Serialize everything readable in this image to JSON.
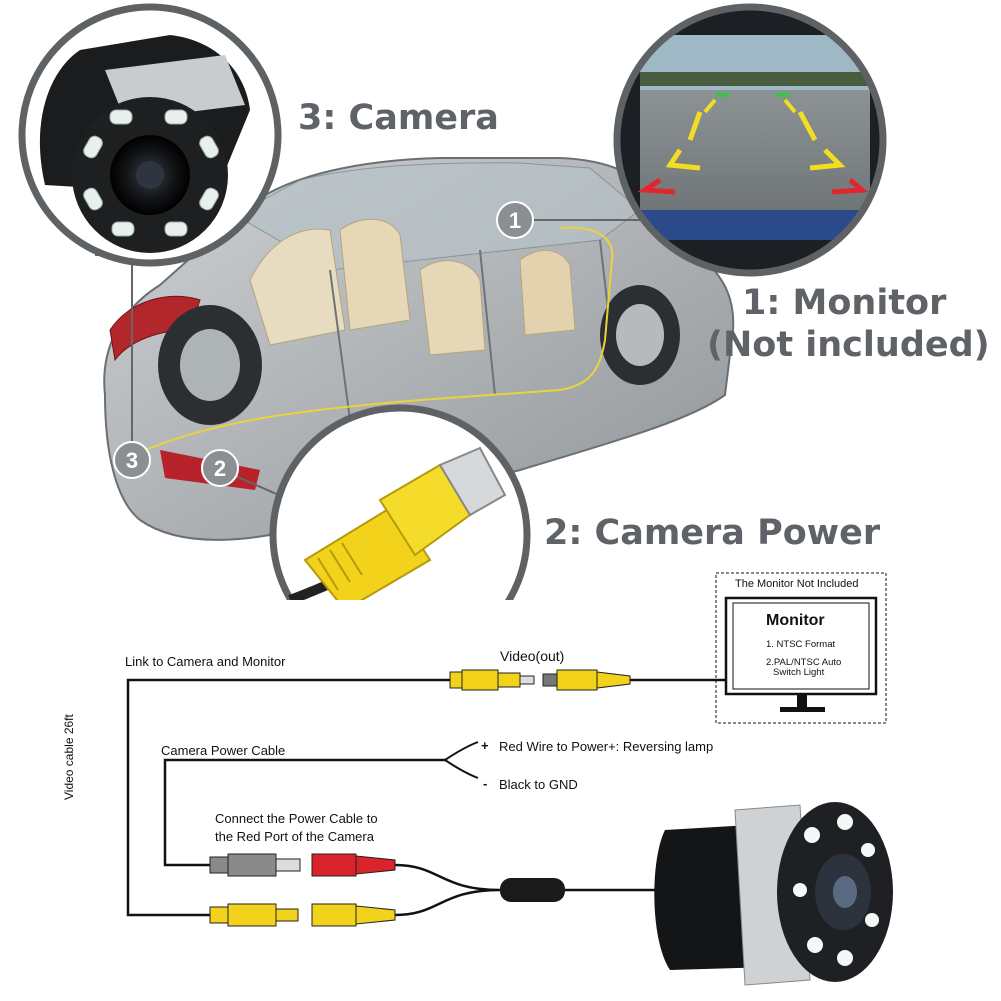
{
  "callouts": {
    "camera": "3: Camera",
    "monitor_line1": "1: Monitor",
    "monitor_line2": "(Not included)",
    "power": "2: Camera Power"
  },
  "markers": [
    "1",
    "2",
    "3"
  ],
  "wiring": {
    "link_label": "Link to Camera and Monitor",
    "video_out": "Video(out)",
    "video_cable": "Video cable 26ft",
    "power_cable": "Camera Power Cable",
    "red_sign": "+",
    "red_wire": "Red Wire to Power+: Reversing lamp",
    "black_sign": "-",
    "black_wire": "Black to GND",
    "connect_line1": "Connect the Power Cable to",
    "connect_line2": "the Red Port of the Camera"
  },
  "monitor_box": {
    "caption": "The Monitor Not Included",
    "title": "Monitor",
    "item1": "1. NTSC Format",
    "item2_line1": "2.PAL/NTSC Auto",
    "item2_line2": "Switch Light"
  },
  "colors": {
    "label_gray": "#5f6368",
    "rca_yellow": "#f2d21b",
    "power_red": "#d8242a",
    "connector_gray": "#8a8a8a"
  }
}
